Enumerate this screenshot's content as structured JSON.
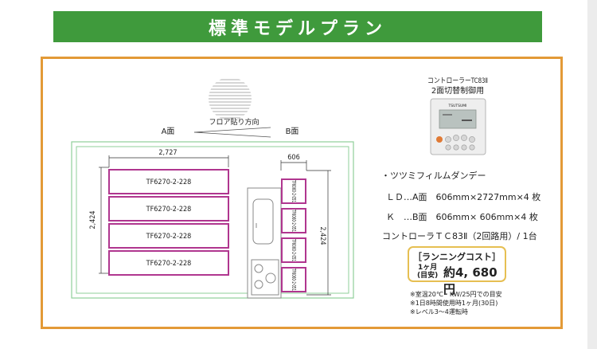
{
  "title": "標準モデルプラン",
  "floor_diagram": {
    "floor_label": "フロア貼り方向",
    "face_a": "A面",
    "face_b": "B面",
    "dim_width": "2,727",
    "dim_height_left": "2,424",
    "dim_b_width": "606",
    "dim_height_right": "2,424",
    "a_panels": [
      "TF6270-2-228",
      "TF6270-2-228",
      "TF6270-2-228",
      "TF6270-2-228"
    ],
    "b_panels": [
      "TF6060-2-051",
      "TF6060-2-051",
      "TF6060-2-051",
      "TF6060-2-051"
    ]
  },
  "controller": {
    "name": "コントローラーTC83Ⅱ",
    "desc": "2面切替制御用",
    "brand": "TSUTSUMI"
  },
  "specs": {
    "product": "・ツツミフィルムダンデー",
    "ld": "ＬＤ…A面　606mm×2727mm×4 枚",
    "k": "Ｋ　…B面　606mm×  606mm×4 枚",
    "controller_line": "コントローラＴＣ83Ⅱ（2回路用）/ 1台"
  },
  "running_cost": {
    "title": "［ランニングコスト］",
    "period_line1": "1ヶ月",
    "period_line2": "(目安)",
    "value": "約4, 680円"
  },
  "notes": [
    "※室温20℃・KW/25円での目安",
    "※1日8時間使用時1ヶ月(30日)",
    "※レベル3〜4運転時"
  ],
  "colors": {
    "banner": "#3f9a3c",
    "frame": "#e39a37",
    "panel_border": "#b0368f",
    "cost_border": "#e6bf52",
    "room_outline": "#8fcf9a"
  }
}
